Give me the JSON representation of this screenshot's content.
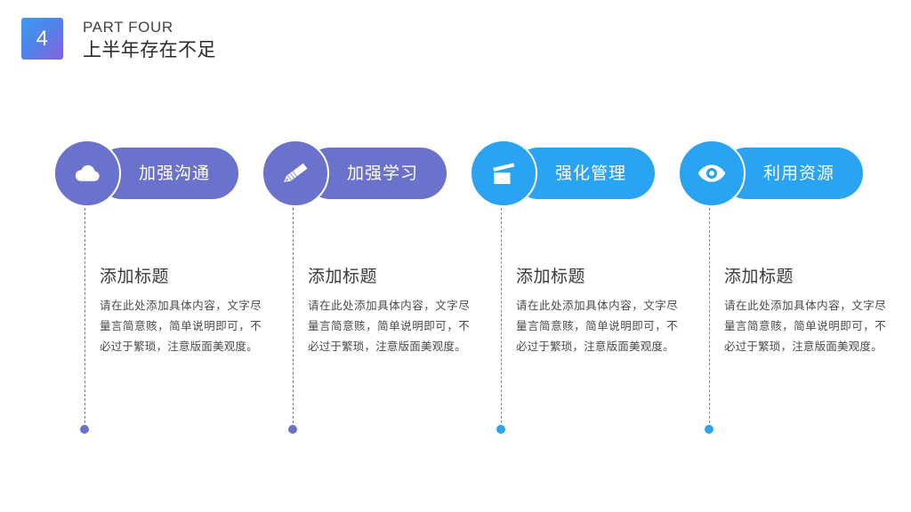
{
  "header": {
    "badge_number": "4",
    "eyebrow": "PART FOUR",
    "title": "上半年存在不足",
    "badge_gradient_from": "#3C9BEF",
    "badge_gradient_to": "#8760E0"
  },
  "theme": {
    "purple": "#6B72CC",
    "blue": "#29A3F2",
    "text_dark": "#3a3a3d",
    "text_body": "#4a4a4d"
  },
  "columns": [
    {
      "icon": "cloud-icon",
      "pill_label": "加强沟通",
      "color": "#6B72CC",
      "accent": "purple",
      "title": "添加标题",
      "body": "请在此处添加具体内容，文字尽量言简意赅，简单说明即可，不必过于繁琐，注意版面美观度。"
    },
    {
      "icon": "pencil-icon",
      "pill_label": "加强学习",
      "color": "#6B72CC",
      "accent": "purple",
      "title": "添加标题",
      "body": "请在此处添加具体内容，文字尽量言简意赅，简单说明即可，不必过于繁琐，注意版面美观度。"
    },
    {
      "icon": "clapperboard-icon",
      "pill_label": "强化管理",
      "color": "#29A3F2",
      "accent": "blue",
      "title": "添加标题",
      "body": "请在此处添加具体内容，文字尽量言简意赅，简单说明即可，不必过于繁琐，注意版面美观度。"
    },
    {
      "icon": "eye-icon",
      "pill_label": "利用资源",
      "color": "#29A3F2",
      "accent": "blue",
      "title": "添加标题",
      "body": "请在此处添加具体内容，文字尽量言简意赅，简单说明即可，不必过于繁琐，注意版面美观度。"
    }
  ]
}
